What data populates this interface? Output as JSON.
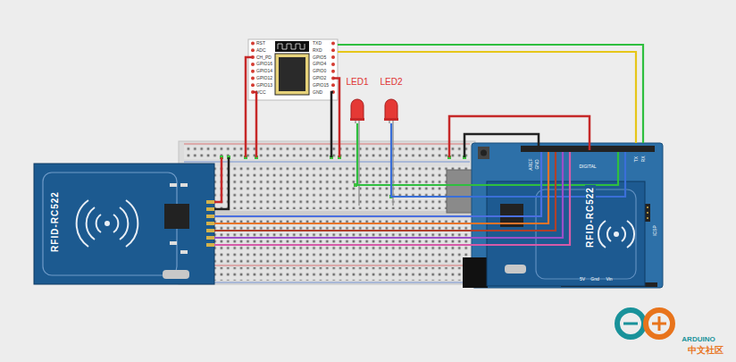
{
  "diagram": {
    "nodes": [
      {
        "text": [
          "RST",
          "ADC",
          "CH_PD",
          "GPIO16",
          "GPIO14",
          "GPIO12",
          "GPIO13",
          "VCC",
          "TXD",
          "RXD",
          "GPIO5",
          "GPIO4",
          "GPIO0",
          "GPIO2",
          "GPIO15",
          "GND"
        ]
      },
      {
        "text": [
          "LED1"
        ]
      },
      {
        "text": [
          "LED2"
        ]
      },
      {
        "text": [
          "RFID-RC522"
        ]
      },
      {
        "text": [
          "AREF",
          "GND",
          "DIGITAL",
          "TX",
          "RX",
          "ICSP",
          "5V",
          "Gnd",
          "Vin"
        ]
      },
      {
        "text": [
          "RFID-RC522"
        ],
        "in": 4
      }
    ],
    "edges": [
      {
        "from": 0,
        "to": 4,
        "arrow": "none"
      },
      {
        "from": 0,
        "to": 4,
        "arrow": "none"
      },
      {
        "from": 1,
        "to": 4,
        "arrow": "none"
      },
      {
        "from": 2,
        "to": 4,
        "arrow": "none"
      },
      {
        "from": 3,
        "to": 4,
        "arrow": "none"
      },
      {
        "from": 3,
        "to": 4,
        "arrow": "none"
      },
      {
        "from": 3,
        "to": 4,
        "arrow": "none"
      },
      {
        "from": 3,
        "to": 4,
        "arrow": "none"
      },
      {
        "from": 3,
        "to": 4,
        "arrow": "none"
      }
    ],
    "labels": [
      "ARDUINO",
      "中文社区"
    ]
  }
}
